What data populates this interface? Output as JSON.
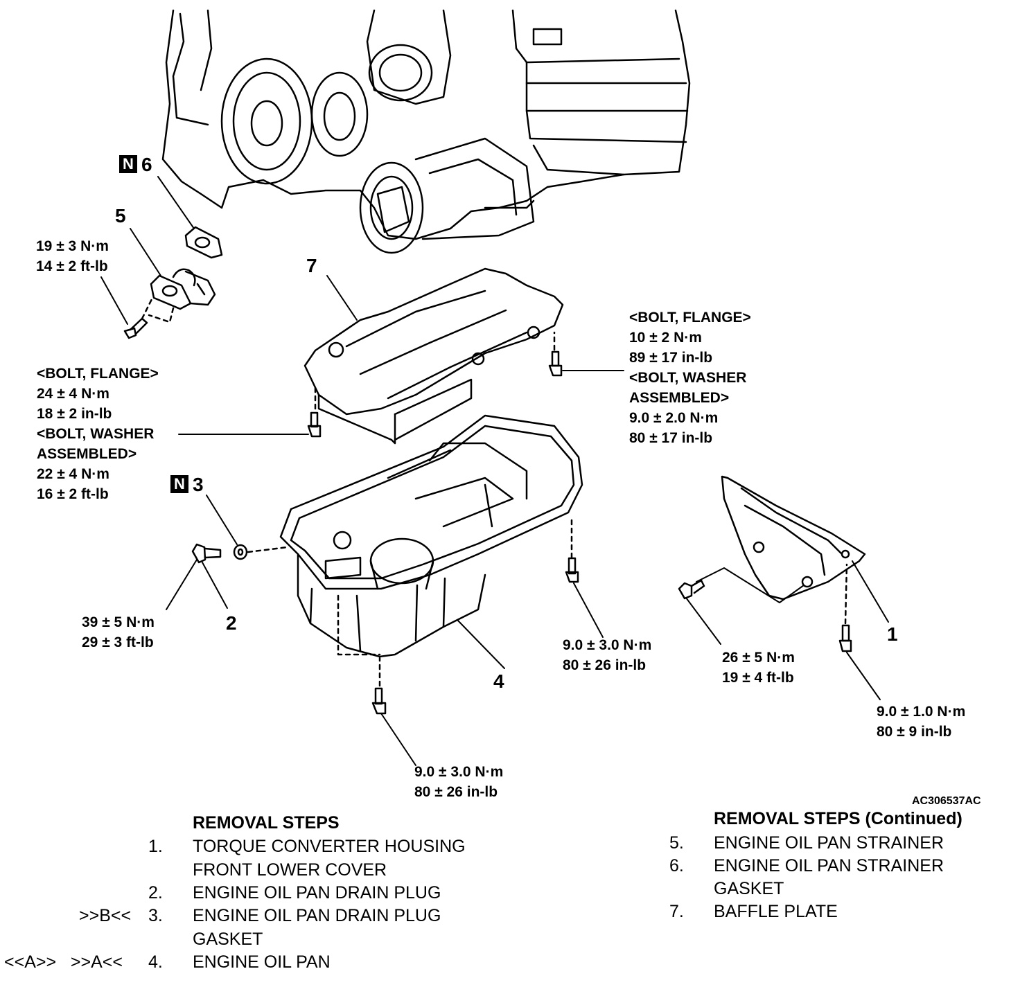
{
  "figure_id": "AC306537AC",
  "callouts": {
    "c1": "1",
    "c2": "2",
    "c3": "3",
    "c4": "4",
    "c5": "5",
    "c6": "6",
    "c7": "7",
    "new_part_mark": "N"
  },
  "torque_labels": {
    "strainer_bolt": [
      "19 ± 3 N·m",
      "14 ± 2 ft-lb"
    ],
    "baffle_left": [
      "<BOLT,  FLANGE>",
      "24 ± 4 N·m",
      "18 ± 2 in-lb",
      "<BOLT, WASHER",
      "ASSEMBLED>",
      "22 ± 4 N·m",
      "16 ± 2 ft-lb"
    ],
    "baffle_right": [
      "<BOLT,  FLANGE>",
      "10 ± 2 N·m",
      "89 ± 17 in-lb",
      "<BOLT, WASHER",
      "ASSEMBLED>",
      "9.0 ± 2.0 N·m",
      "80 ± 17 in-lb"
    ],
    "drain_plug": [
      "39 ± 5 N·m",
      "29 ± 3 ft-lb"
    ],
    "pan_front_bolt": [
      "9.0 ± 3.0 N·m",
      "80 ± 26 in-lb"
    ],
    "pan_bottom_bolt": [
      "9.0 ± 3.0 N·m",
      "80 ± 26 in-lb"
    ],
    "cover_bolt_left": [
      "26 ± 5 N·m",
      "19 ± 4 ft-lb"
    ],
    "cover_bolt_right": [
      "9.0 ± 1.0 N·m",
      "80 ± 9 in-lb"
    ]
  },
  "removal_steps": {
    "title": "REMOVAL STEPS",
    "rows": [
      {
        "prefix": "",
        "num": "1.",
        "text": "TORQUE CONVERTER HOUSING"
      },
      {
        "prefix": "",
        "num": "",
        "text": "FRONT LOWER COVER"
      },
      {
        "prefix": "",
        "num": "2.",
        "text": "ENGINE OIL PAN DRAIN PLUG"
      },
      {
        "prefix": ">>B<<",
        "num": "3.",
        "text": "ENGINE OIL PAN DRAIN PLUG"
      },
      {
        "prefix": "",
        "num": "",
        "text": "GASKET"
      },
      {
        "prefix": "<<A>>   >>A<<",
        "num": "4.",
        "text": "ENGINE OIL PAN"
      }
    ]
  },
  "removal_steps_continued": {
    "title": "REMOVAL STEPS (Continued)",
    "rows": [
      {
        "num": "5.",
        "text": "ENGINE OIL PAN STRAINER"
      },
      {
        "num": "6.",
        "text": "ENGINE OIL PAN STRAINER"
      },
      {
        "num": "",
        "text": "GASKET"
      },
      {
        "num": "7.",
        "text": "BAFFLE PLATE"
      }
    ]
  }
}
